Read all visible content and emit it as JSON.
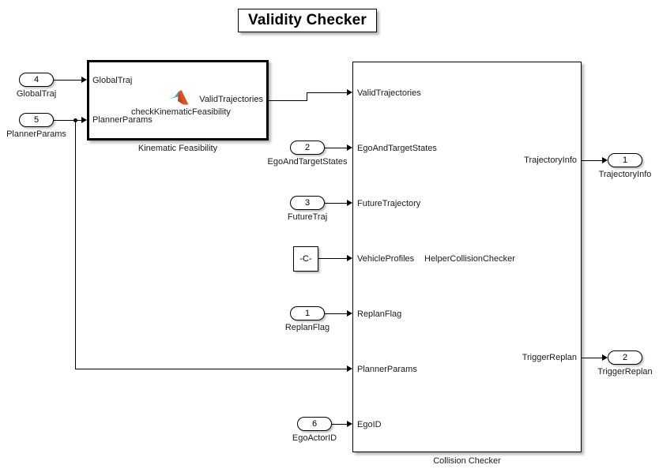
{
  "annotation": {
    "title": "Validity Checker"
  },
  "blocks": [
    {
      "id": "kinematic-feasibility",
      "caption": "Kinematic Feasibility",
      "function_label": "checkKinematicFeasibility",
      "icon": "matlab-function-icon",
      "inputs": [
        "GlobalTraj",
        "PlannerParams"
      ],
      "outputs": [
        "ValidTrajectories"
      ]
    },
    {
      "id": "collision-checker",
      "caption": "Collision Checker",
      "function_label": "HelperCollisionChecker",
      "inputs": [
        "ValidTrajectories",
        "EgoAndTargetStates",
        "FutureTrajectory",
        "VehicleProfiles",
        "ReplanFlag",
        "PlannerParams",
        "EgoID"
      ],
      "outputs": [
        "TrajectoryInfo",
        "TriggerReplan"
      ]
    }
  ],
  "inports": [
    {
      "number": "4",
      "name": "GlobalTraj"
    },
    {
      "number": "5",
      "name": "PlannerParams"
    },
    {
      "number": "2",
      "name": "EgoAndTargetStates"
    },
    {
      "number": "3",
      "name": "FutureTraj"
    },
    {
      "number": "1",
      "name": "ReplanFlag"
    },
    {
      "number": "6",
      "name": "EgoActorID"
    }
  ],
  "outports": [
    {
      "number": "1",
      "name": "TrajectoryInfo"
    },
    {
      "number": "2",
      "name": "TriggerReplan"
    }
  ],
  "constant_block": {
    "value": "-C-",
    "name": "vehicle-profiles-constant"
  },
  "colors": {
    "background": "#ffffff",
    "line": "#000000",
    "text": "#1a1a1a",
    "logo_blue": "#4a9fd8",
    "logo_orange": "#d9541f"
  }
}
